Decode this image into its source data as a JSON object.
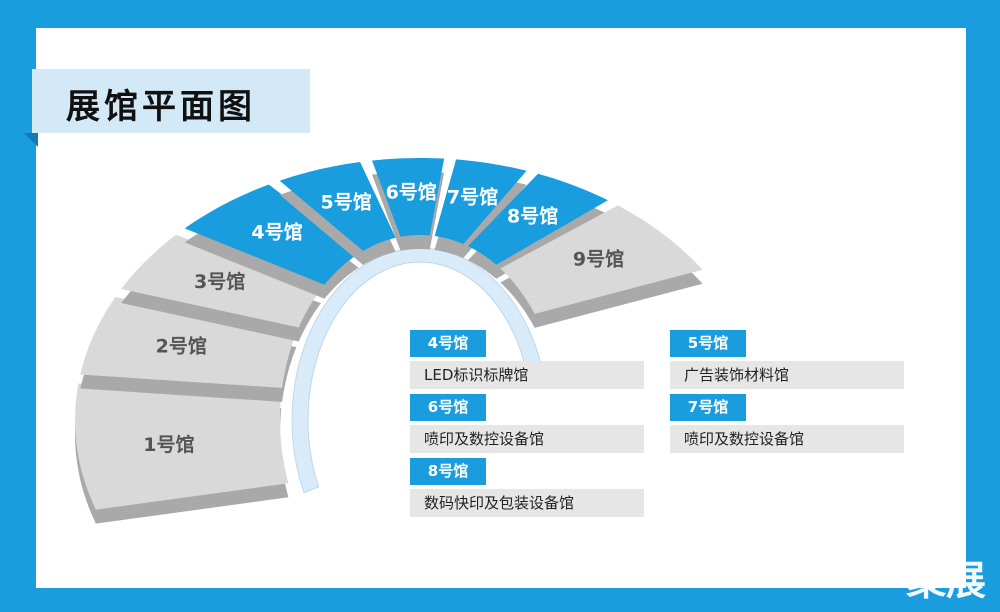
{
  "title": "展馆平面图",
  "colors": {
    "frame": "#1a9ddf",
    "highlight": "#1a9ddf",
    "normal": "#d9d9d9",
    "inner_arc": "#d9ebf8"
  },
  "halls": [
    {
      "label": "1号馆",
      "highlighted": false
    },
    {
      "label": "2号馆",
      "highlighted": false
    },
    {
      "label": "3号馆",
      "highlighted": false
    },
    {
      "label": "4号馆",
      "highlighted": true
    },
    {
      "label": "5号馆",
      "highlighted": true
    },
    {
      "label": "6号馆",
      "highlighted": true
    },
    {
      "label": "7号馆",
      "highlighted": true
    },
    {
      "label": "8号馆",
      "highlighted": true
    },
    {
      "label": "9号馆",
      "highlighted": false
    }
  ],
  "legend": [
    {
      "tag": "4号馆",
      "desc": "LED标识标牌馆"
    },
    {
      "tag": "5号馆",
      "desc": "广告装饰材料馆"
    },
    {
      "tag": "6号馆",
      "desc": "喷印及数控设备馆"
    },
    {
      "tag": "7号馆",
      "desc": "喷印及数控设备馆"
    },
    {
      "tag": "8号馆",
      "desc": "数码快印及包装设备馆"
    }
  ],
  "watermark": "聚展"
}
